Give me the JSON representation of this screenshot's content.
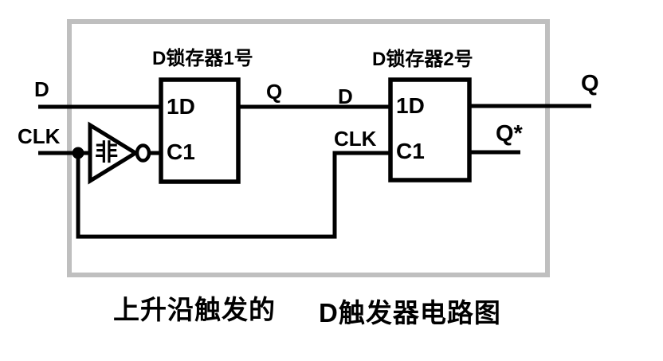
{
  "diagram": {
    "caption_left": "上升沿触发的",
    "caption_right": "D触发器电路图"
  },
  "signals": {
    "d_input": "D",
    "clk_input": "CLK",
    "q_internal": "Q",
    "d_internal": "D",
    "clk_internal": "CLK",
    "q_output": "Q",
    "q_star_output": "Q*"
  },
  "latch1": {
    "title": "D锁存器1号",
    "pin_data": "1D",
    "pin_clock": "C1"
  },
  "latch2": {
    "title": "D锁存器2号",
    "pin_data": "1D",
    "pin_clock": "C1"
  },
  "inverter": {
    "label": "非"
  },
  "colors": {
    "wire": "#000000",
    "frame": "#bfbfbf",
    "background": "#ffffff"
  }
}
